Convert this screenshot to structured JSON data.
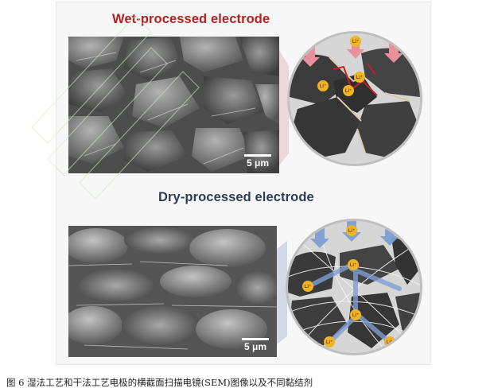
{
  "figure": {
    "wet_title": "Wet-processed electrode",
    "dry_title": "Dry-processed electrode",
    "wet_scale": "5 μm",
    "dry_scale": "5 μm",
    "ion_label": "Li⁺"
  },
  "caption": "图 6  湿法工艺和干法工艺电极的横截面扫描电镜(SEM)图像以及不同黏结剂",
  "colors": {
    "wet_title": "#b41f22",
    "dry_title": "#2d3d55",
    "ion": "#f0b323",
    "wet_arrow": "#e9909a",
    "dry_arrow": "#7f9fd3"
  }
}
